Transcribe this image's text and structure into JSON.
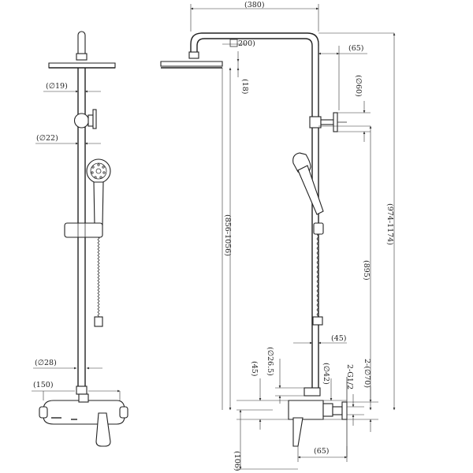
{
  "front_view": {
    "labels": {
      "d19": "(∅19)",
      "d22": "(∅22)",
      "d28": "(∅28)",
      "w150": "(150)"
    }
  },
  "side_view": {
    "labels": {
      "w380": "(380)",
      "sq200": "200)",
      "h18": "(18)",
      "w65_top": "(65)",
      "d60": "(∅60)",
      "h856": "(856-1056)",
      "h974": "(974-1174)",
      "h895": "(895)",
      "w45_right": "(45)",
      "d26": "(∅26.5)",
      "d42": "(∅42)",
      "h45_left": "(45)",
      "g12": "2-G1/2",
      "d70": "2-(∅70)",
      "h106": "(106)",
      "w65_bottom": "(65)"
    }
  }
}
